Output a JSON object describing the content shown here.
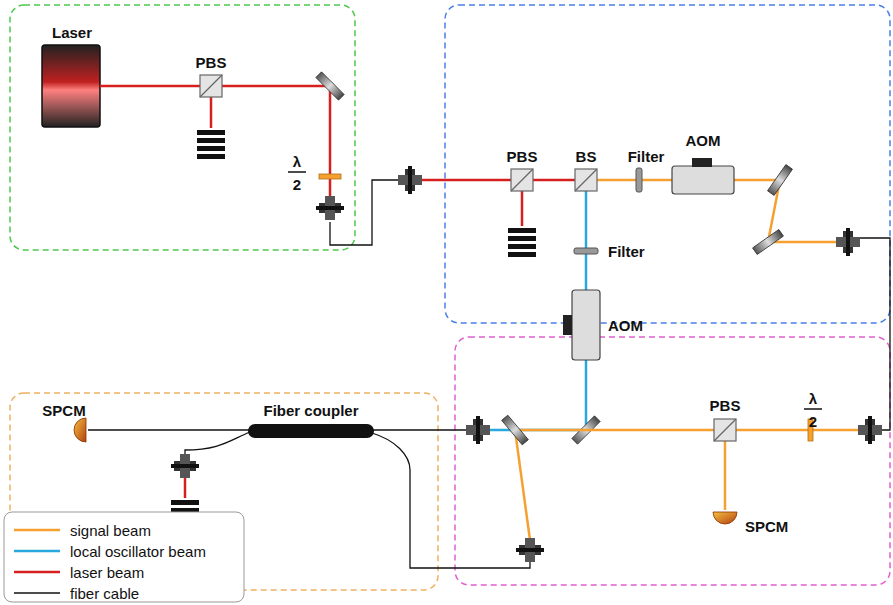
{
  "diagram": {
    "labels": [
      "Laser",
      "PBS",
      "λ",
      "2",
      "PBS",
      "BS",
      "Filter",
      "AOM",
      "Filter",
      "AOM",
      "SPCM",
      "Fiber coupler",
      "λ",
      "2",
      "PBS",
      "SPCM"
    ],
    "legend": [
      {
        "text": "signal beam"
      },
      {
        "text": "local oscillator beam"
      },
      {
        "text": "laser beam"
      },
      {
        "text": "fiber cable"
      }
    ]
  }
}
